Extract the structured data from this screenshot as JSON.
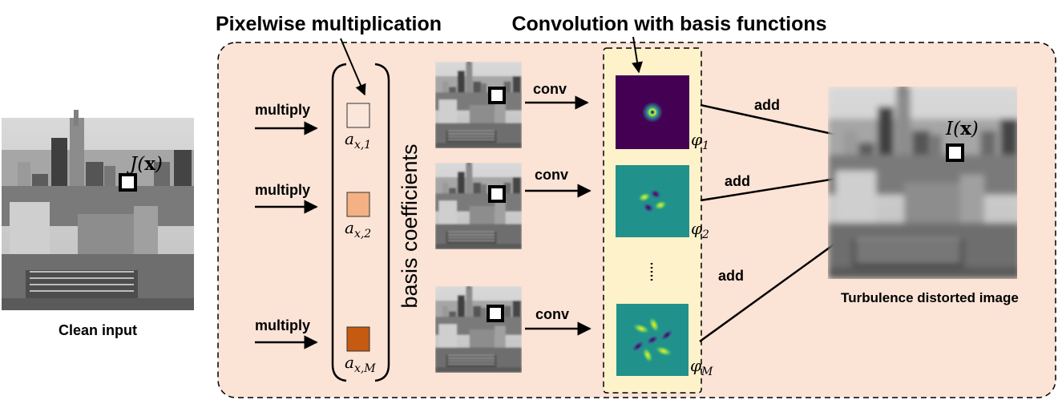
{
  "header": {
    "pixelwise_label": "Pixelwise multiplication",
    "convolution_label": "Convolution with basis functions"
  },
  "input": {
    "caption": "Clean input",
    "pixel_label": "J(x)"
  },
  "rows": [
    {
      "multiply_label": "multiply",
      "coeff_main": "a",
      "coeff_sub": "x,1",
      "coeff_color": "#fbe6dc",
      "conv_label": "conv",
      "basis_main": "φ",
      "basis_sub": "1",
      "add_label": "add"
    },
    {
      "multiply_label": "multiply",
      "coeff_main": "a",
      "coeff_sub": "x,2",
      "coeff_color": "#f4b183",
      "conv_label": "conv",
      "basis_main": "φ",
      "basis_sub": "2",
      "add_label": "add"
    },
    {
      "multiply_label": "multiply",
      "coeff_main": "a",
      "coeff_sub": "x,M",
      "coeff_color": "#c55a11",
      "conv_label": "conv",
      "basis_main": "φ",
      "basis_sub": "M",
      "add_label": "add"
    }
  ],
  "coefficients_label": "basis coefficients",
  "output": {
    "caption": "Turbulence distorted image",
    "pixel_label": "I(x)"
  },
  "colors": {
    "panel_bg": "#fbe3d6",
    "basis_panel_bg": "#fdf2c9",
    "viridis_dark": "#440154",
    "viridis_mid": "#21918c",
    "viridis_yellow": "#fde725"
  }
}
